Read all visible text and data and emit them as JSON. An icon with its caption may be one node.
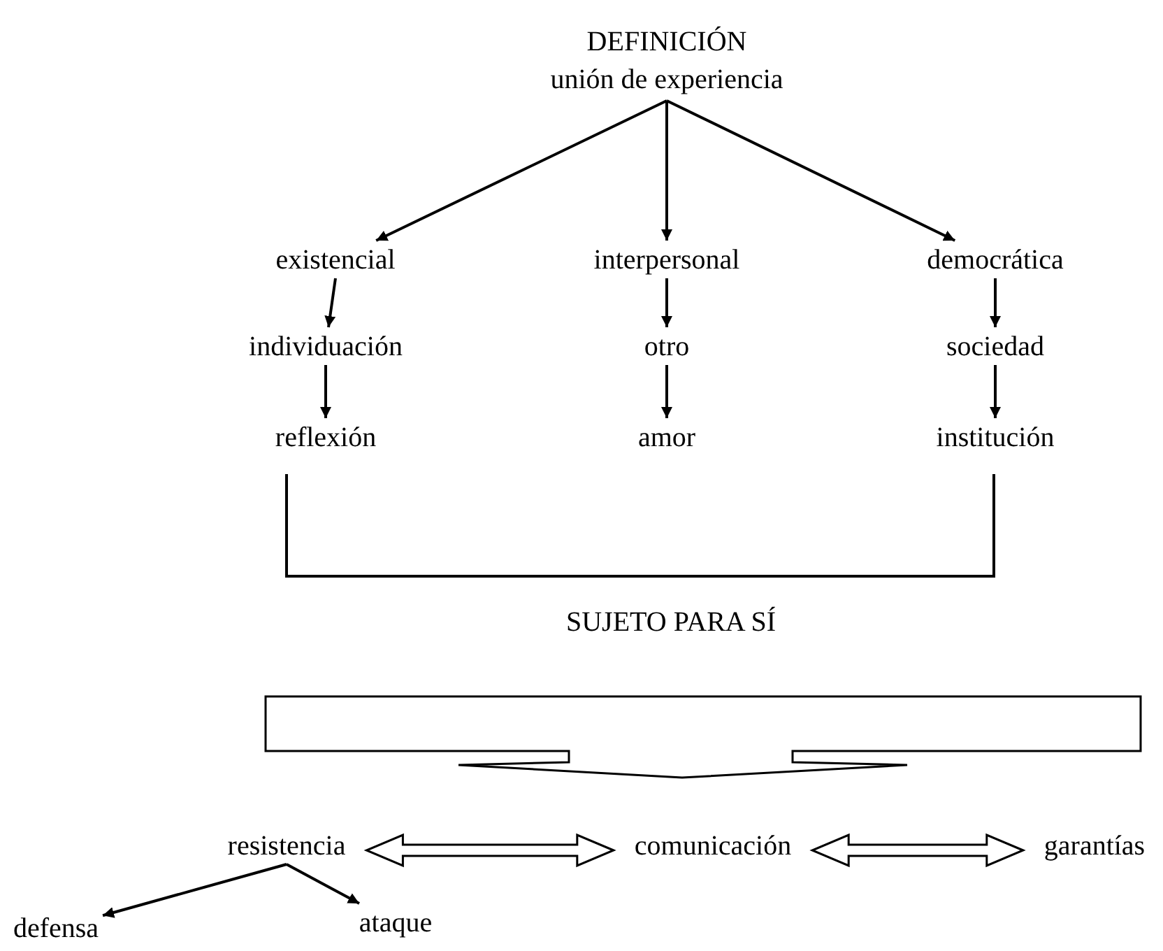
{
  "diagram": {
    "nodes": [
      {
        "text": [
          "DEFINICIÓN",
          "unión de experiencia"
        ]
      },
      {
        "text": [
          "existencial"
        ]
      },
      {
        "text": [
          "interpersonal"
        ]
      },
      {
        "text": [
          "democrática"
        ]
      },
      {
        "text": [
          "individuación"
        ]
      },
      {
        "text": [
          "otro"
        ]
      },
      {
        "text": [
          "sociedad"
        ]
      },
      {
        "text": [
          "reflexión"
        ]
      },
      {
        "text": [
          "amor"
        ]
      },
      {
        "text": [
          "institución"
        ]
      },
      {
        "text": [
          "SUJETO PARA SÍ"
        ]
      },
      {
        "text": [],
        "shape": "bar"
      },
      {
        "text": [
          "resistencia"
        ]
      },
      {
        "text": [
          "comunicación"
        ]
      },
      {
        "text": [
          "garantías"
        ]
      },
      {
        "text": [
          "defensa"
        ]
      },
      {
        "text": [
          "ataque"
        ]
      }
    ],
    "edges": [
      {
        "from": 0,
        "to": 1,
        "arrow": "to"
      },
      {
        "from": 0,
        "to": 2,
        "arrow": "to"
      },
      {
        "from": 0,
        "to": 3,
        "arrow": "to"
      },
      {
        "from": 1,
        "to": 4,
        "arrow": "to"
      },
      {
        "from": 4,
        "to": 7,
        "arrow": "to"
      },
      {
        "from": 2,
        "to": 5,
        "arrow": "to"
      },
      {
        "from": 5,
        "to": 8,
        "arrow": "to"
      },
      {
        "from": 3,
        "to": 6,
        "arrow": "to"
      },
      {
        "from": 6,
        "to": 9,
        "arrow": "to"
      },
      {
        "from": 7,
        "to": 9,
        "arrow": "none"
      },
      {
        "from": 12,
        "to": 13,
        "arrow": "both",
        "style": "thick"
      },
      {
        "from": 13,
        "to": 14,
        "arrow": "both",
        "style": "thick"
      },
      {
        "from": 12,
        "to": 15,
        "arrow": "to"
      },
      {
        "from": 12,
        "to": 16,
        "arrow": "to"
      }
    ]
  }
}
